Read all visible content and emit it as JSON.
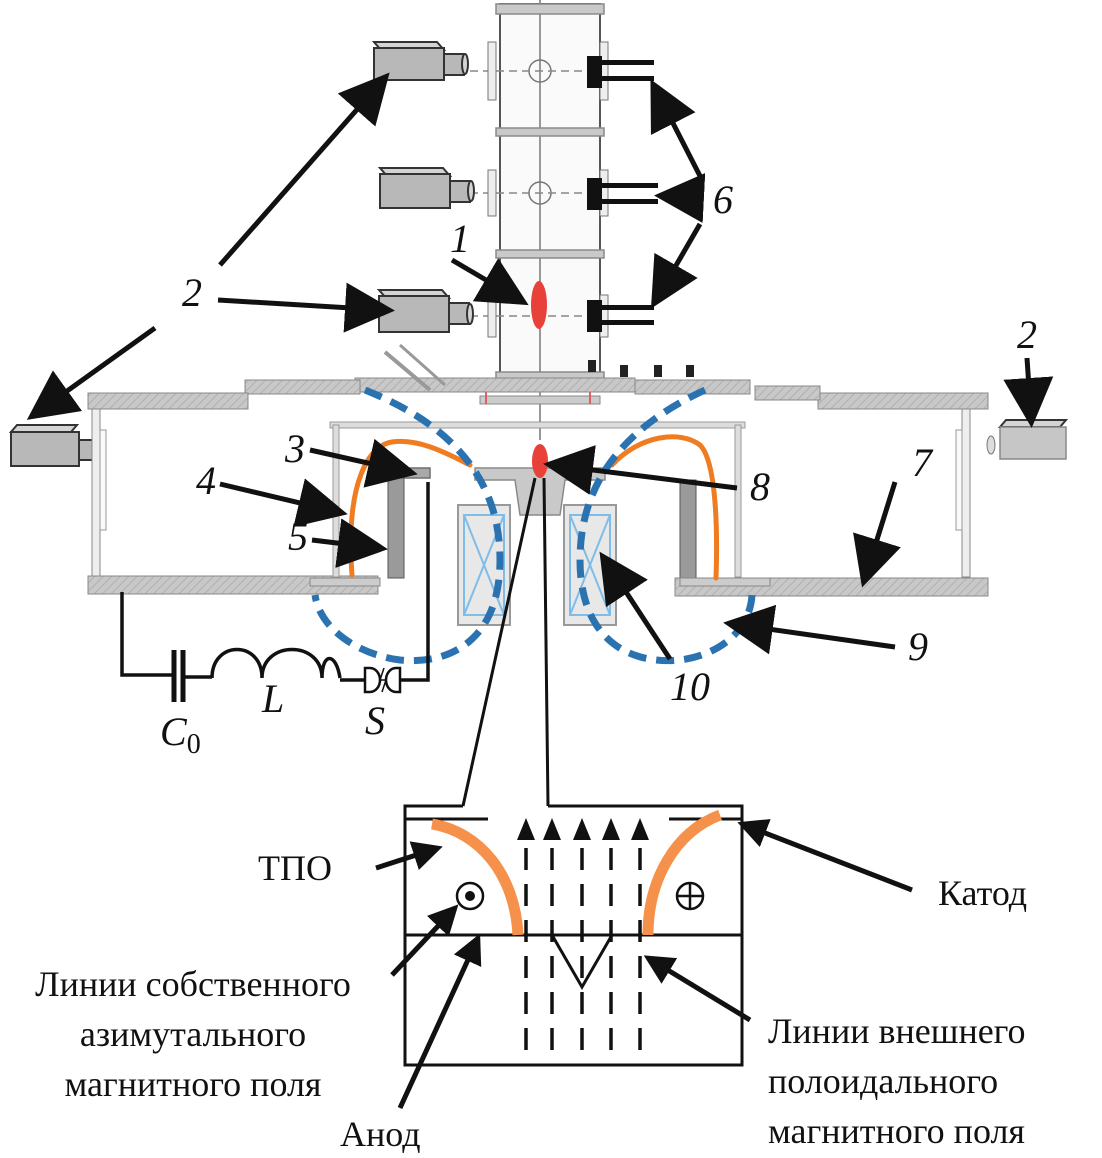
{
  "figure": {
    "callouts": {
      "n1": "1",
      "n2": "2",
      "n3": "3",
      "n4": "4",
      "n5": "5",
      "n6": "6",
      "n7": "7",
      "n8": "8",
      "n9": "9",
      "n10": "10"
    },
    "circuit": {
      "capacitor": "C",
      "capacitor_sub": "0",
      "inductor": "L",
      "switch": "S"
    },
    "inset": {
      "tpo": "ТПО",
      "cathode": "Катод",
      "anode": "Анод",
      "azimuthal_field": [
        "Линии собственного",
        "азимутального",
        "магнитного поля"
      ],
      "poloidal_field": [
        "Линии внешнего",
        "полоидального",
        "магнитного поля"
      ]
    },
    "colors": {
      "plasma": "#e8413a",
      "current_sheath": "#f07c22",
      "field_lines": "#2a73b0",
      "coil_winding": "#7fbde8"
    }
  }
}
